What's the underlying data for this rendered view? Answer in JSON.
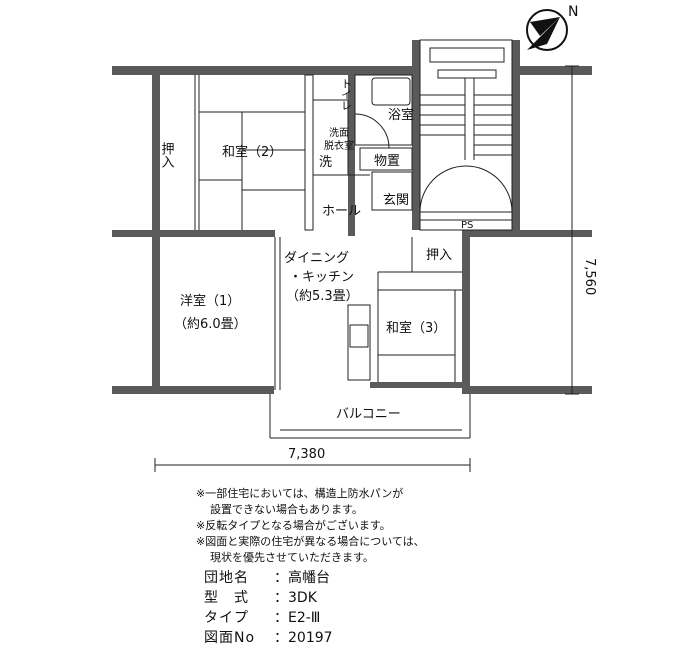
{
  "rooms": {
    "washitsu2": "和室（2）",
    "oshiire_left": "押入",
    "toilet": "トイレ",
    "senmen_1": "洗面",
    "senmen_2": "脱衣室",
    "sentaku": "洗",
    "yokushitsu": "浴室",
    "monooki": "物置",
    "genkan": "玄関",
    "hall": "ホール",
    "ps": "PS",
    "oshiire_right": "押入",
    "dining_1": "ダイニング",
    "dining_2": "・キッチン",
    "dining_3": "（約5.3畳）",
    "yoshitsu_1": "洋室（1）",
    "yoshitsu_2": "（約6.0畳）",
    "washitsu3": "和室（3）",
    "balcony": "バルコニー"
  },
  "dimensions": {
    "width": "7,380",
    "height": "7,560"
  },
  "compass": {
    "label": "N"
  },
  "notes": [
    "※一部住宅においては、構造上防水パンが",
    "設置できない場合もあります。",
    "※反転タイプとなる場合がございます。",
    "※図面と実際の住宅が異なる場合については、",
    "現状を優先させていただきます。"
  ],
  "info": {
    "danchi_label": "団地名",
    "danchi_value": "高幡台",
    "kata_label": "型　式",
    "kata_value": "3DK",
    "type_label": "タイプ",
    "type_value": "E2-Ⅲ",
    "zumen_label": "図面No",
    "zumen_value": "20197"
  },
  "colors": {
    "wall": "#5a5a5a",
    "line": "#222222"
  }
}
